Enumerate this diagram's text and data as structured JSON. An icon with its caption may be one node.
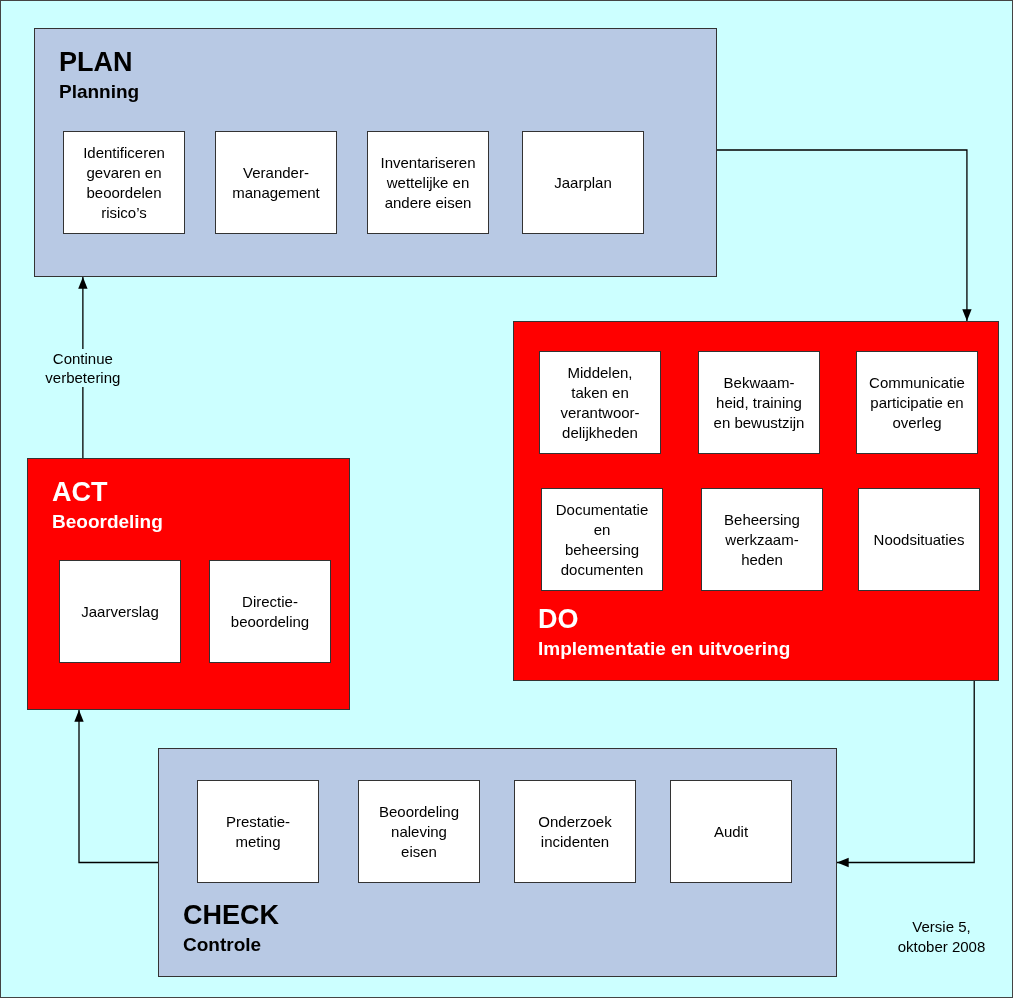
{
  "diagram": {
    "nodes": [
      {
        "text": [
          "PLAN",
          "Planning"
        ]
      },
      {
        "text": [
          "Identificeren gevaren en beoordelen risico’s"
        ],
        "in": 0
      },
      {
        "text": [
          "Verander- management"
        ],
        "in": 0
      },
      {
        "text": [
          "Inventariseren wettelijke en andere eisen"
        ],
        "in": 0
      },
      {
        "text": [
          "Jaarplan"
        ],
        "in": 0
      },
      {
        "text": [
          "DO",
          "Implementatie en uitvoering"
        ]
      },
      {
        "text": [
          "Middelen, taken en verantwoor- delijkheden"
        ],
        "in": 5
      },
      {
        "text": [
          "Bekwaam- heid, training en bewustzijn"
        ],
        "in": 5
      },
      {
        "text": [
          "Communicatie participatie en overleg"
        ],
        "in": 5
      },
      {
        "text": [
          "Documentatie en beheersing documenten"
        ],
        "in": 5
      },
      {
        "text": [
          "Beheersing werkzaam- heden"
        ],
        "in": 5
      },
      {
        "text": [
          "Noodsituaties"
        ],
        "in": 5
      },
      {
        "text": [
          "ACT",
          "Beoordeling"
        ]
      },
      {
        "text": [
          "Jaarverslag"
        ],
        "in": 12
      },
      {
        "text": [
          "Directie- beoordeling"
        ],
        "in": 12
      },
      {
        "text": [
          "CHECK",
          "Controle"
        ]
      },
      {
        "text": [
          "Prestatie- meting"
        ],
        "in": 15
      },
      {
        "text": [
          "Beoordeling naleving eisen"
        ],
        "in": 15
      },
      {
        "text": [
          "Onderzoek incidenten"
        ],
        "in": 15
      },
      {
        "text": [
          "Audit"
        ],
        "in": 15
      }
    ],
    "edges": [
      {
        "from": 0,
        "to": 5,
        "arrow": "to"
      },
      {
        "from": 5,
        "to": 15,
        "arrow": "to"
      },
      {
        "from": 15,
        "to": 12,
        "arrow": "to"
      },
      {
        "from": 12,
        "to": 0,
        "arrow": "to",
        "label": "Continue verbetering"
      }
    ],
    "labels": [
      "Versie 5, oktober 2008"
    ]
  }
}
